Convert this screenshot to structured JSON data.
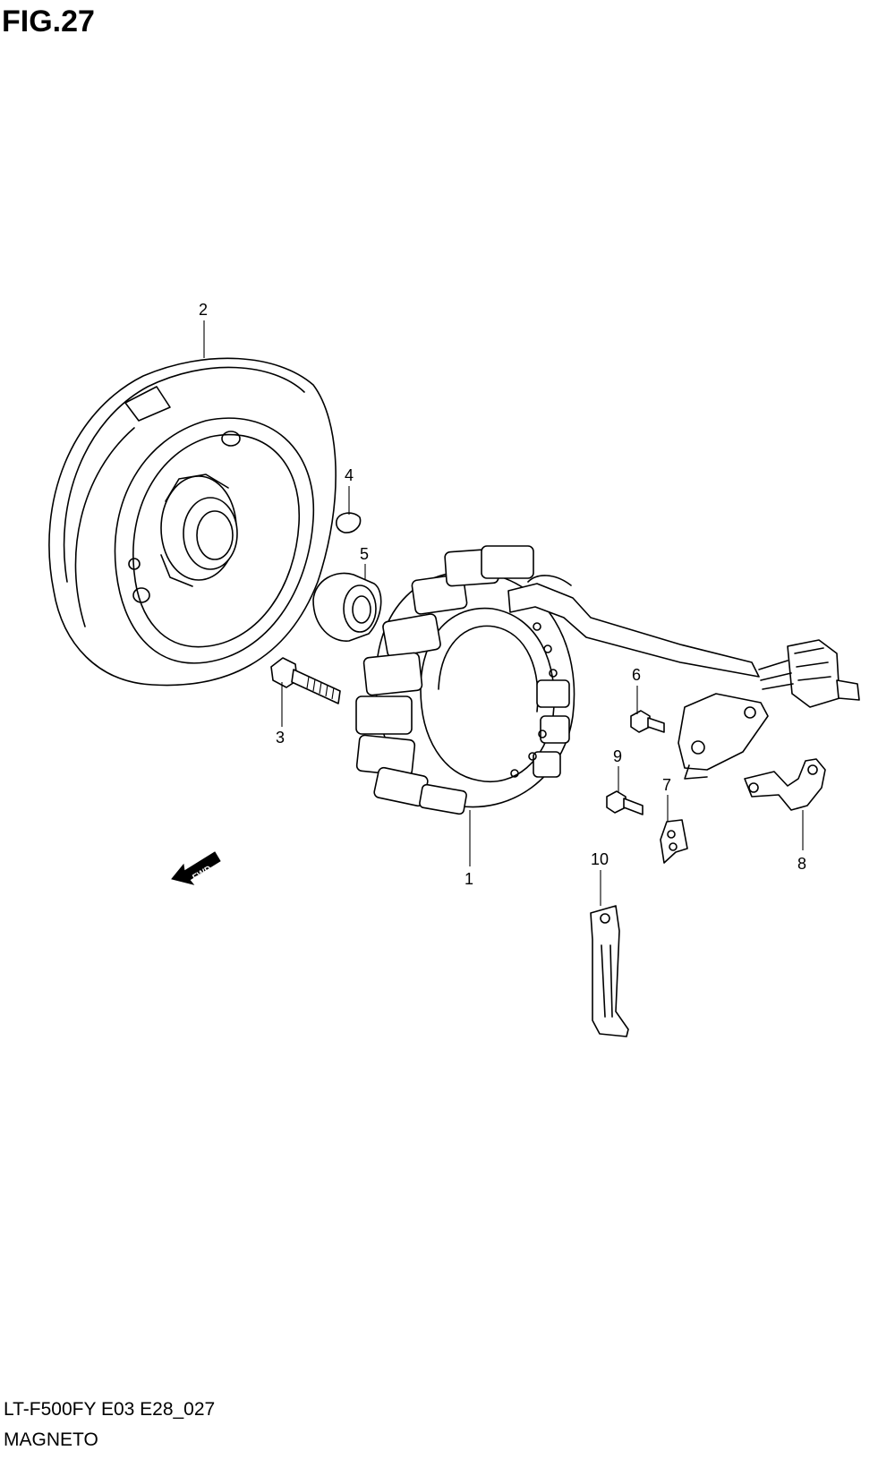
{
  "figure": {
    "title": "FIG.27"
  },
  "footer": {
    "model_code": "LT-F500FY E03 E28_027",
    "section_name": "MAGNETO"
  },
  "direction_arrow": {
    "label": "FWD"
  },
  "callouts": [
    {
      "number": "1",
      "part": "stator"
    },
    {
      "number": "2",
      "part": "rotor-flywheel"
    },
    {
      "number": "3",
      "part": "rotor-bolt"
    },
    {
      "number": "4",
      "part": "key"
    },
    {
      "number": "5",
      "part": "spacer"
    },
    {
      "number": "6",
      "part": "stator-screw"
    },
    {
      "number": "7",
      "part": "wire-clamp"
    },
    {
      "number": "8",
      "part": "bracket"
    },
    {
      "number": "9",
      "part": "clamp-screw"
    },
    {
      "number": "10",
      "part": "long-clamp"
    }
  ]
}
